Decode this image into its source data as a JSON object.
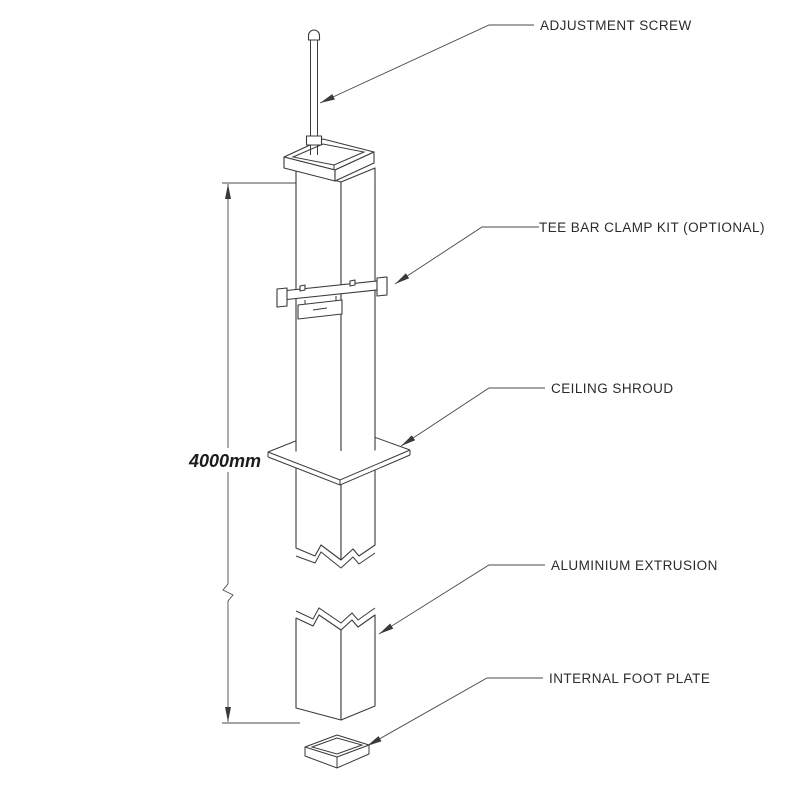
{
  "diagram": {
    "kind": "isometric technical drawing of telescopic pole assembly",
    "dimension": {
      "label": "4000mm"
    },
    "callouts": [
      {
        "id": "adjustment-screw",
        "label": "ADJUSTMENT SCREW"
      },
      {
        "id": "tee-bar-clamp-kit",
        "label": "TEE BAR CLAMP KIT (OPTIONAL)"
      },
      {
        "id": "ceiling-shroud",
        "label": "CEILING SHROUD"
      },
      {
        "id": "aluminium-extrusion",
        "label": "ALUMINIUM EXTRUSION"
      },
      {
        "id": "internal-foot-plate",
        "label": "INTERNAL FOOT PLATE"
      }
    ],
    "colors": {
      "line": "#3a3a3a",
      "text": "#2b2b2b",
      "background": "#ffffff"
    }
  }
}
